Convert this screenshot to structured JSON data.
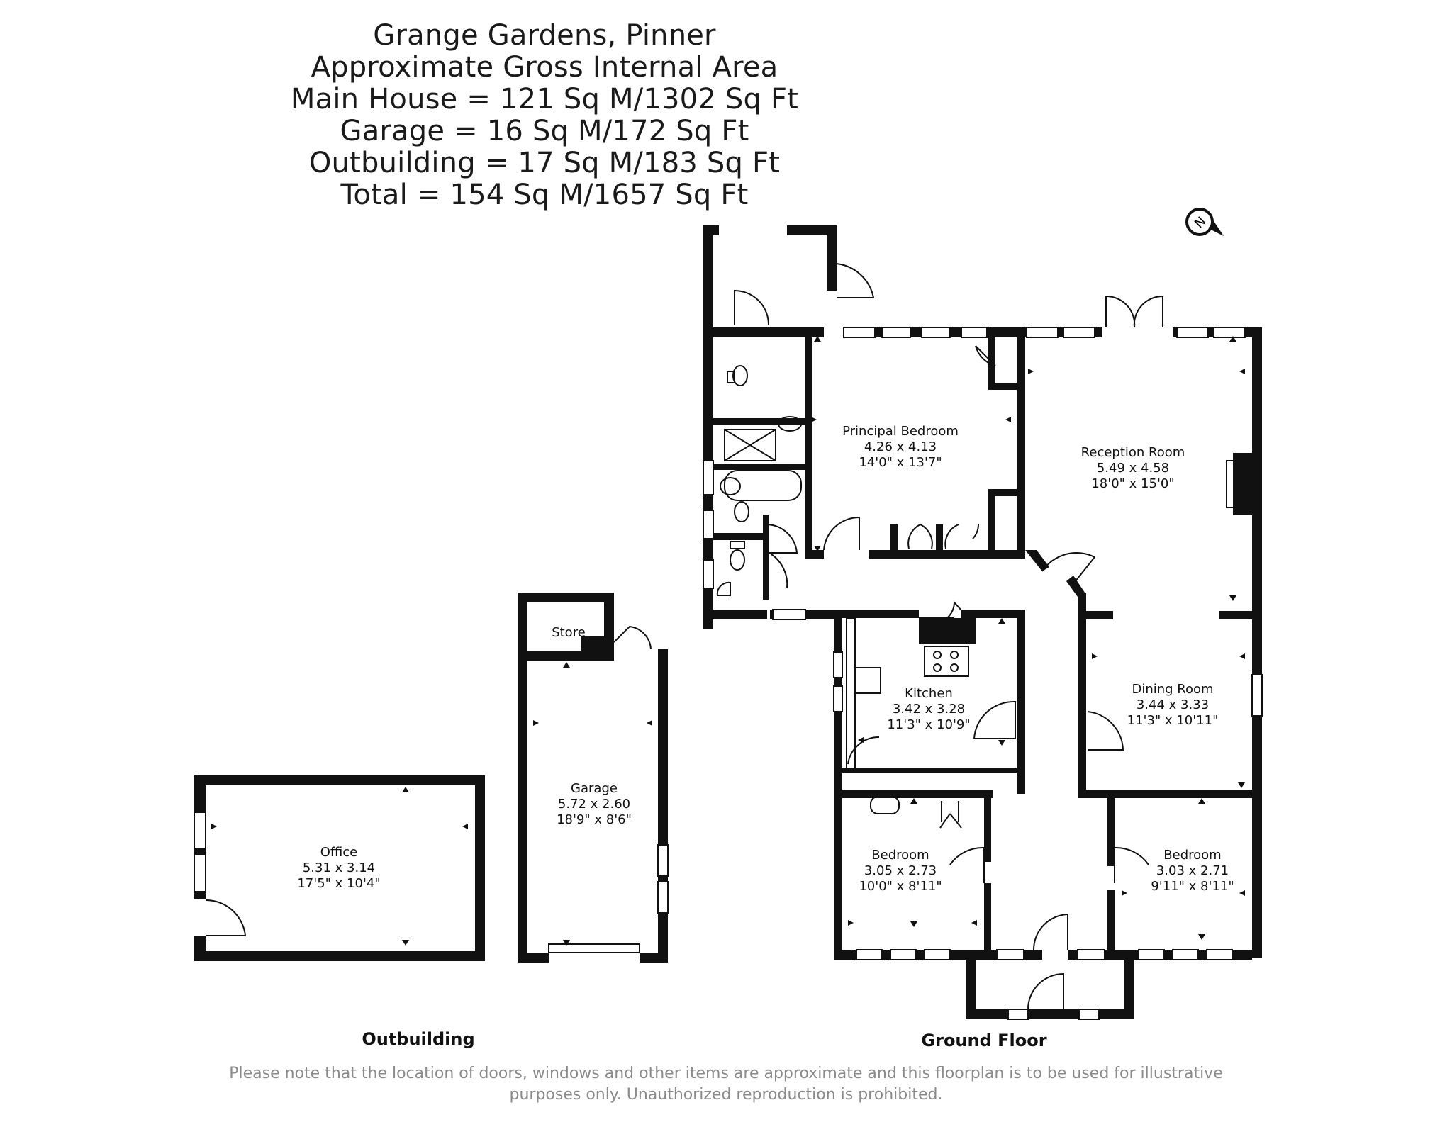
{
  "header": {
    "title": "Grange Gardens, Pinner",
    "subtitle": "Approximate Gross Internal Area",
    "main_house": "Main House = 121 Sq M/1302 Sq Ft",
    "garage": "Garage = 16 Sq M/172 Sq Ft",
    "outbuilding": "Outbuilding = 17 Sq M/183 Sq Ft",
    "total": "Total = 154 Sq M/1657 Sq Ft"
  },
  "compass": {
    "letter": "N"
  },
  "rooms": {
    "principal_bedroom": {
      "name": "Principal Bedroom",
      "metric": "4.26 x 4.13",
      "imperial": "14'0\" x 13'7\""
    },
    "reception_room": {
      "name": "Reception Room",
      "metric": "5.49 x 4.58",
      "imperial": "18'0\" x 15'0\""
    },
    "kitchen": {
      "name": "Kitchen",
      "metric": "3.42 x 3.28",
      "imperial": "11'3\" x 10'9\""
    },
    "dining_room": {
      "name": "Dining Room",
      "metric": "3.44 x 3.33",
      "imperial": "11'3\" x 10'11\""
    },
    "bedroom_left": {
      "name": "Bedroom",
      "metric": "3.05 x 2.73",
      "imperial": "10'0\" x 8'11\""
    },
    "bedroom_right": {
      "name": "Bedroom",
      "metric": "3.03 x 2.71",
      "imperial": "9'11\" x 8'11\""
    },
    "store": {
      "name": "Store"
    },
    "garage": {
      "name": "Garage",
      "metric": "5.72 x 2.60",
      "imperial": "18'9\" x 8'6\""
    },
    "office": {
      "name": "Office",
      "metric": "5.31 x 3.14",
      "imperial": "17'5\" x 10'4\""
    }
  },
  "sections": {
    "outbuilding": "Outbuilding",
    "ground_floor": "Ground Floor"
  },
  "disclaimer": {
    "line1": "Please note that the location of doors, windows and other items are approximate and this floorplan is to be used for illustrative",
    "line2": "purposes only. Unauthorized reproduction is prohibited."
  }
}
